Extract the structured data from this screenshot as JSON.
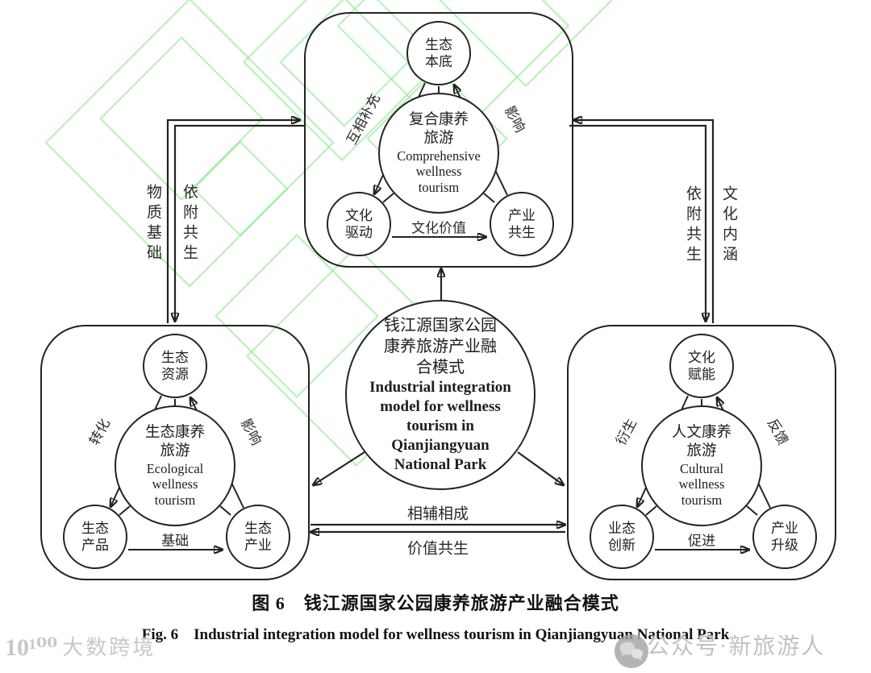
{
  "figure": {
    "center_circle": {
      "zh": "钱江源国家公园\n康养旅游产业融\n合模式",
      "en": "Industrial integration\nmodel for wellness\ntourism in\nQianjiangyuan\nNational Park"
    },
    "boxes": {
      "top": {
        "top_circle": "生态\n本底",
        "center_zh": "复合康养\n旅游",
        "center_en": "Comprehensive\nwellness\ntourism",
        "bottom_left_circle": "文化\n驱动",
        "bottom_right_circle": "产业\n共生",
        "left_edge_label": "互相补充",
        "right_edge_label": "影响",
        "bottom_edge_label": "文化价值"
      },
      "left": {
        "top_circle": "生态\n资源",
        "center_zh": "生态康养\n旅游",
        "center_en": "Ecological\nwellness\ntourism",
        "bottom_left_circle": "生态\n产品",
        "bottom_right_circle": "生态\n产业",
        "left_edge_label": "转化",
        "right_edge_label": "影响",
        "bottom_edge_label": "基础"
      },
      "right": {
        "top_circle": "文化\n赋能",
        "center_zh": "人文康养\n旅游",
        "center_en": "Cultural\nwellness\ntourism",
        "bottom_left_circle": "业态\n创新",
        "bottom_right_circle": "产业\n升级",
        "left_edge_label": "衍生",
        "right_edge_label": "反馈",
        "bottom_edge_label": "促进"
      }
    },
    "connector_labels": {
      "left_material": "物质基础",
      "left_dependence": "依附共生",
      "right_dependence": "依附共生",
      "right_culture": "文化内涵",
      "horizontal_top": "相辅相成",
      "horizontal_bottom": "价值共生"
    },
    "caption": {
      "zh": "图 6　钱江源国家公园康养旅游产业融合模式",
      "en": "Fig. 6　Industrial integration model for wellness tourism in Qianjiangyuan National Park"
    }
  },
  "watermarks": {
    "bottom_left": {
      "logo": "10¹⁰⁰",
      "text": "大数跨境"
    },
    "bottom_right": {
      "text": "公众号·新旅游人"
    }
  },
  "colors": {
    "line": "#232323",
    "green": "#78e678",
    "gray": "#c4c4c4"
  }
}
